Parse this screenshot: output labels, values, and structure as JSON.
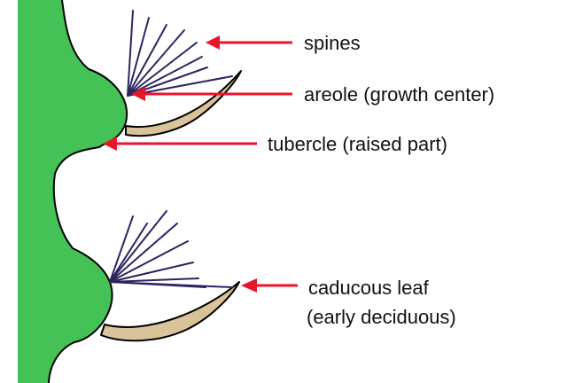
{
  "labels": {
    "spines": "spines",
    "areole": "areole (growth center)",
    "tubercle": "tubercle (raised part)",
    "caducous_line1": "caducous leaf",
    "caducous_line2": "(early deciduous)"
  },
  "colors": {
    "stem": "#44c256",
    "leaf": "#d9c39a",
    "spine": "#2d2460",
    "arrow": "#e8152b",
    "outline": "#000000"
  }
}
